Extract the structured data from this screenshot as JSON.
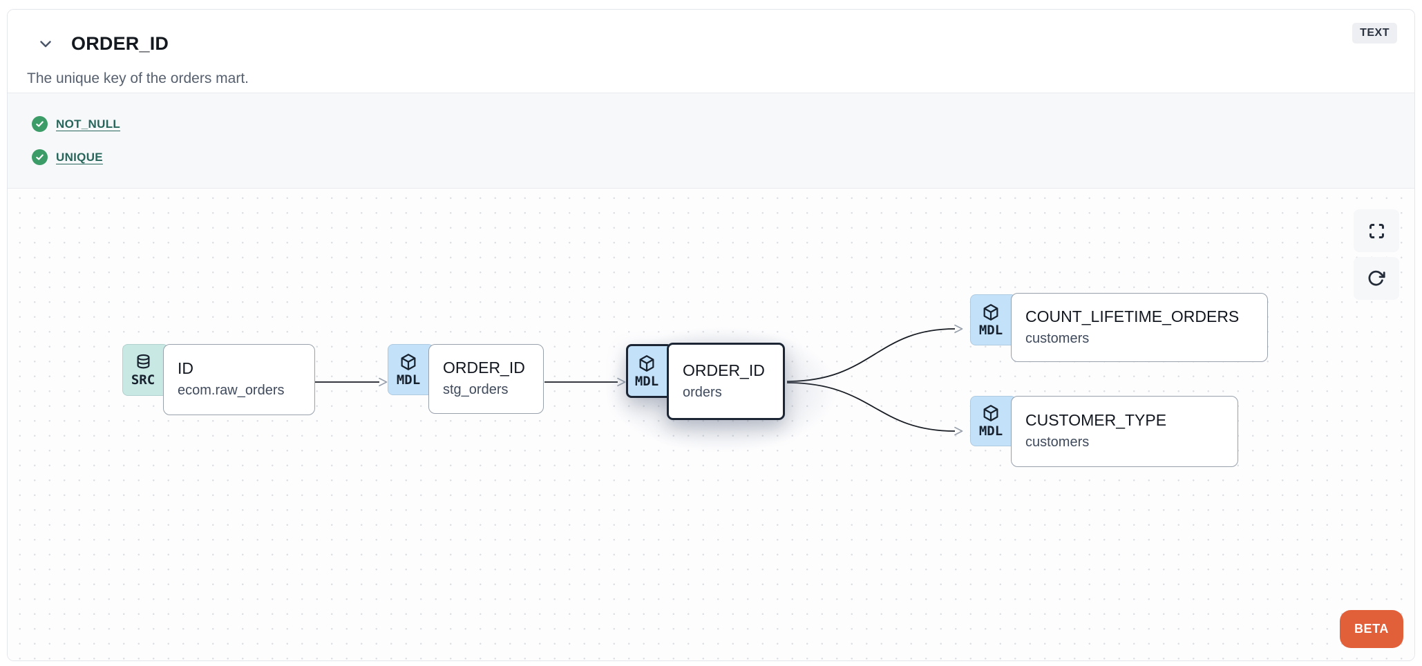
{
  "header": {
    "title": "ORDER_ID",
    "type_badge": "TEXT",
    "description": "The unique key of the orders mart."
  },
  "tests": {
    "items": [
      {
        "label": "NOT_NULL",
        "status": "pass"
      },
      {
        "label": "UNIQUE",
        "status": "pass"
      }
    ]
  },
  "lineage": {
    "nodes": [
      {
        "kind": "source",
        "badge": "SRC",
        "icon": "database-icon",
        "title": "ID",
        "subtitle": "ecom.raw_orders",
        "selected": false
      },
      {
        "kind": "model",
        "badge": "MDL",
        "icon": "cube-icon",
        "title": "ORDER_ID",
        "subtitle": "stg_orders",
        "selected": false
      },
      {
        "kind": "model",
        "badge": "MDL",
        "icon": "cube-icon",
        "title": "ORDER_ID",
        "subtitle": "orders",
        "selected": true
      },
      {
        "kind": "model",
        "badge": "MDL",
        "icon": "cube-icon",
        "title": "COUNT_LIFETIME_ORDERS",
        "subtitle": "customers",
        "selected": false
      },
      {
        "kind": "model",
        "badge": "MDL",
        "icon": "cube-icon",
        "title": "CUSTOMER_TYPE",
        "subtitle": "customers",
        "selected": false
      }
    ],
    "edges": [
      {
        "from": "ID (ecom.raw_orders)",
        "to": "ORDER_ID (stg_orders)"
      },
      {
        "from": "ORDER_ID (stg_orders)",
        "to": "ORDER_ID (orders)"
      },
      {
        "from": "ORDER_ID (orders)",
        "to": "COUNT_LIFETIME_ORDERS (customers)"
      },
      {
        "from": "ORDER_ID (orders)",
        "to": "CUSTOMER_TYPE (customers)"
      }
    ],
    "beta_label": "BETA"
  },
  "colors": {
    "model_badge_blue": "#c3e1f8",
    "source_badge_teal": "#c7e8e3",
    "test_pass_green": "#3b9c67",
    "test_link_teal": "#28665b",
    "beta_orange": "#e1603a",
    "selected_border_navy": "#1b2534"
  }
}
